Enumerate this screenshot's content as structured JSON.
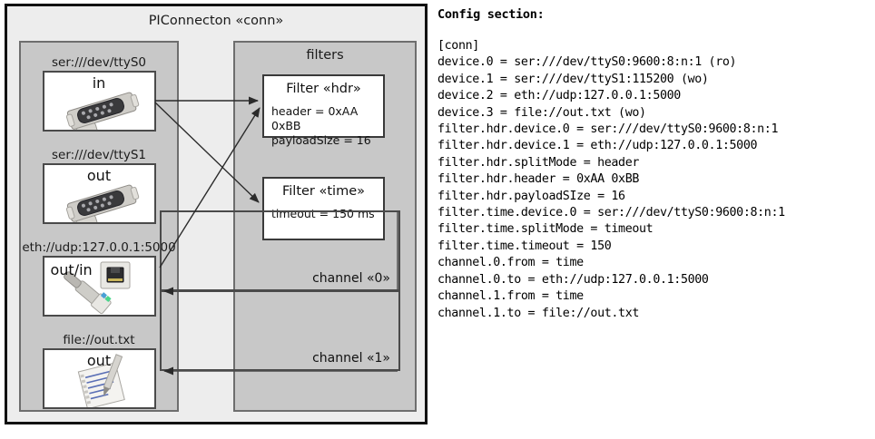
{
  "diagram": {
    "title": "PIConnecton «conn»",
    "devices_panel": {
      "title": "",
      "devices": [
        {
          "label": "ser:///dev/ttyS0",
          "direction": "in",
          "icon": "serial-port-icon"
        },
        {
          "label": "ser:///dev/ttyS1",
          "direction": "out",
          "icon": "serial-port-icon"
        },
        {
          "label": "eth://udp:127.0.0.1:5000",
          "direction": "out/in",
          "icon": "ethernet-jack-icon"
        },
        {
          "label": "file://out.txt",
          "direction": "out",
          "icon": "text-file-icon"
        }
      ]
    },
    "filters_panel": {
      "title": "filters",
      "filters": [
        {
          "title": "Filter «hdr»",
          "attributes": [
            "header = 0xAA 0xBB",
            "payloadSize = 16"
          ]
        },
        {
          "title": "Filter «time»",
          "attributes": [
            "timeout = 150 ms"
          ]
        }
      ],
      "channels": [
        {
          "label": "channel «0»"
        },
        {
          "label": "channel «1»"
        }
      ]
    }
  },
  "config": {
    "heading": "Config section:",
    "lines": [
      "[conn]",
      "device.0 = ser:///dev/ttyS0:9600:8:n:1 (ro)",
      "device.1 = ser:///dev/ttyS1:115200 (wo)",
      "device.2 = eth://udp:127.0.0.1:5000",
      "device.3 = file://out.txt (wo)",
      "filter.hdr.device.0 = ser:///dev/ttyS0:9600:8:n:1",
      "filter.hdr.device.1 = eth://udp:127.0.0.1:5000",
      "filter.hdr.splitMode = header",
      "filter.hdr.header = 0xAA 0xBB",
      "filter.hdr.payloadSIze = 16",
      "filter.time.device.0 = ser:///dev/ttyS0:9600:8:n:1",
      "filter.time.splitMode = timeout",
      "filter.time.timeout = 150",
      "channel.0.from = time",
      "channel.0.to = eth://udp:127.0.0.1:5000",
      "channel.1.from = time",
      "channel.1.to = file://out.txt"
    ]
  },
  "colors": {
    "frame_border": "#111111",
    "frame_fill": "#ededed",
    "panel_fill": "#c8c8c8",
    "panel_border": "#6e6e6e",
    "node_fill": "#ffffff",
    "node_border": "#4a4a4a",
    "arrow": "#2b2b2b"
  }
}
